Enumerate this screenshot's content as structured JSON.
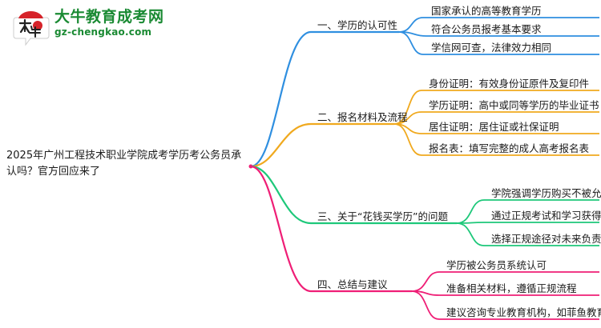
{
  "logo": {
    "mark_text": "大牛",
    "name_cn": "大牛教育成考网",
    "name_en": "gz-chengkao.com",
    "brand_green": "#1a8a33",
    "brand_red": "#d6232a"
  },
  "mindmap": {
    "root": "2025年广州工程技术职业学院成考学历考公务员承认吗？官方回应来了",
    "branches": [
      {
        "title": "一、学历的认可性",
        "color": "#2f8fe0",
        "leaves": [
          "国家承认的高等教育学历",
          "符合公务员报考基本要求",
          "学信网可查，法律效力相同"
        ]
      },
      {
        "title": "二、报名材料及流程",
        "color": "#f0a91e",
        "leaves": [
          "身份证明：有效身份证原件及复印件",
          "学历证明：高中或同等学历的毕业证书",
          "居住证明：居住证或社保证明",
          "报名表：填写完整的成人高考报名表"
        ]
      },
      {
        "title": "三、关于“花钱买学历”的问题",
        "color": "#1ec87a",
        "leaves": [
          "学院强调学历购买不被允许",
          "通过正规考试和学习获得学历",
          "选择正规途径对未来负责"
        ]
      },
      {
        "title": "四、总结与建议",
        "color": "#ef1e76",
        "leaves": [
          "学历被公务员系统认可",
          "准备相关材料，遵循正规流程",
          "建议咨询专业教育机构，如菲鱼教育"
        ]
      }
    ]
  }
}
